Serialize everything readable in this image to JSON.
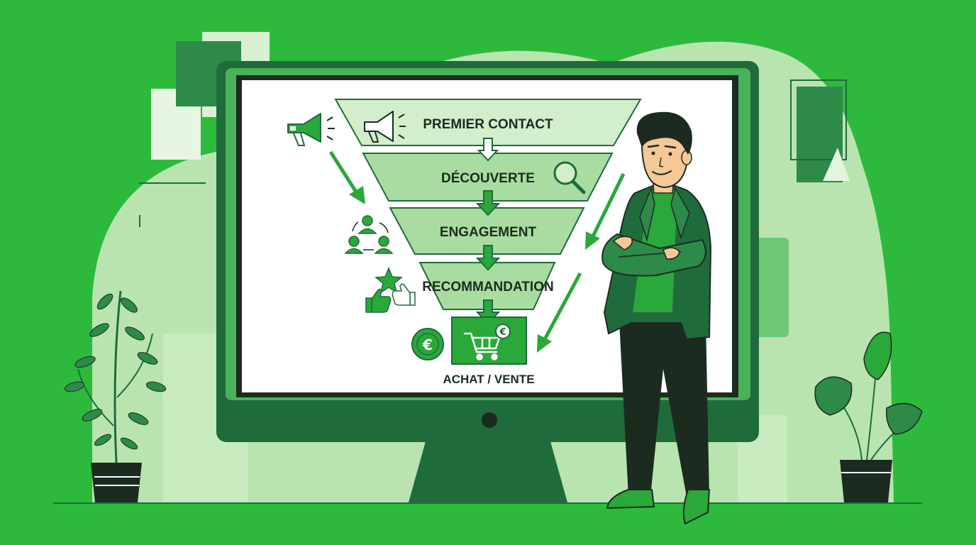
{
  "funnel": {
    "stages": [
      {
        "label": "PREMIER CONTACT",
        "icon": "megaphone-icon"
      },
      {
        "label": "DÉCOUVERTE",
        "icon": "magnifier-icon"
      },
      {
        "label": "ENGAGEMENT",
        "icon": "people-cycle-icon"
      },
      {
        "label": "RECOMMANDATION",
        "icon": "thumbs-up-star-icon"
      }
    ],
    "final": {
      "label": "ACHAT / VENTE",
      "icons": [
        "cart-icon",
        "euro-coin-icon"
      ]
    }
  },
  "colors": {
    "background": "#2dba3c",
    "dark_green": "#1f6b3c",
    "mid_green": "#3f9a55",
    "light_green": "#a9dca0",
    "pale_green": "#d2eecb",
    "accent_green": "#2aa83a",
    "outline": "#1c2b20",
    "screen": "#ffffff"
  }
}
